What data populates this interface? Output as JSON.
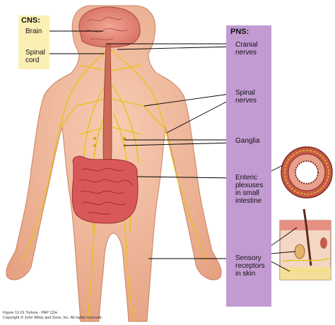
{
  "cns": {
    "title": "CNS:",
    "brain": "Brain",
    "spinal_line1": "Spinal",
    "spinal_line2": "cord",
    "box_color": "#fbf0b4"
  },
  "pns": {
    "title": "PNS:",
    "cranial_line1": "Cranial",
    "cranial_line2": "nerves",
    "spinal_line1": "Spinal",
    "spinal_line2": "nerves",
    "ganglia": "Ganglia",
    "enteric_line1": "Enteric",
    "enteric_line2": "plexuses",
    "enteric_line3": "in small",
    "enteric_line4": "intestine",
    "sensory_line1": "Sensory",
    "sensory_line2": "receptors",
    "sensory_line3": "in skin",
    "box_color": "#c39bd3"
  },
  "credit": {
    "line1": "Figure 12.01  Tortora - PAP 12/e",
    "line2": "Copyright © John Wiley and Sons, Inc. All rights reserved."
  },
  "colors": {
    "skin": "#f2b89a",
    "nerve": "#e8c21a",
    "brain": "#e58a78",
    "intestine": "#d8585a"
  }
}
